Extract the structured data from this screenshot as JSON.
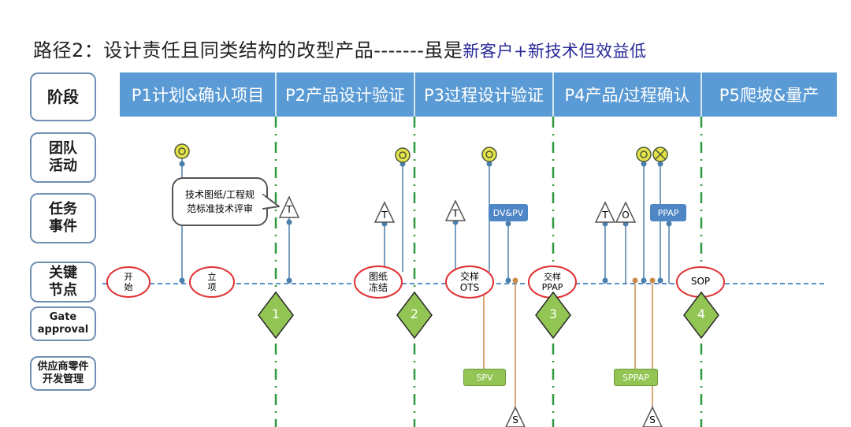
{
  "title": {
    "main": "路径2：设计责任且同类结构的改型产品-------虽是",
    "highlight": "新客户+新技术但效益低"
  },
  "row_labels": {
    "stage": "阶段",
    "team_1": "团队",
    "team_2": "活动",
    "task_1": "任务",
    "task_2": "事件",
    "milestone_1": "关键",
    "milestone_2": "节点",
    "gate_1": "Gate",
    "gate_2": "approval",
    "supplier_1": "供应商零件",
    "supplier_2": "开发管理"
  },
  "phases": [
    {
      "label": "P1计划&确认项目"
    },
    {
      "label": "P2产品设计验证"
    },
    {
      "label": "P3过程设计验证"
    },
    {
      "label": "P4产品/过程确认"
    },
    {
      "label": "P5爬坡&量产"
    }
  ],
  "milestones": {
    "start_1": "开",
    "start_2": "始",
    "project_1": "立",
    "project_2": "项",
    "freeze_1": "图纸",
    "freeze_2": "冻结",
    "ots_1": "交样",
    "ots_2": "OTS",
    "ppap_1": "交样",
    "ppap_2": "PPAP",
    "sop": "SOP"
  },
  "gates": [
    "1",
    "2",
    "3",
    "4"
  ],
  "callout": {
    "line_1": "技术图纸/工程规",
    "line_2": "范标准技术评审"
  },
  "task_labels": {
    "dvpv": "DV&PV",
    "ppap": "PPAP"
  },
  "supplier_labels": {
    "spv": "SPV",
    "sppap": "SPPAP"
  },
  "symbols": {
    "t": "T",
    "o": "O",
    "s": "S"
  },
  "colors": {
    "phase_bar": "#5b9bd5",
    "gate_fill": "#92c553",
    "dashed_timeline": "#5b8fc8",
    "gate_line": "#2e9a3e",
    "stem": "#4a7fae",
    "circle_fill": "#e6e24a"
  }
}
